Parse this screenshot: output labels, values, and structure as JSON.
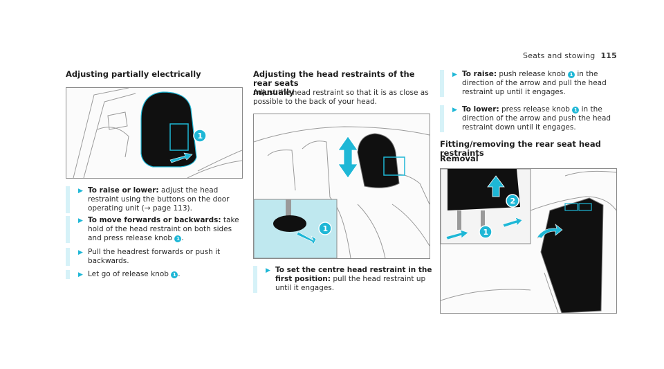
{
  "header": {
    "section": "Seats and stowing",
    "page": "115"
  },
  "col1": {
    "heading": "Adjusting partially electrically",
    "steps": [
      {
        "lead": "To raise or lower:",
        "text": "adjust the head restraint using the buttons on the door operating unit (→ page 113)."
      },
      {
        "lead": "To move forwards or backwards:",
        "text": "take hold of the head restraint on both sides and press release knob",
        "callout": "1",
        "tail": "."
      },
      {
        "text": "Pull the headrest forwards or push it backwards."
      },
      {
        "text": "Let go of release knob",
        "callout": "1",
        "tail": "."
      }
    ],
    "figure_callouts": [
      "1"
    ]
  },
  "col2": {
    "heading_line1": "Adjusting the head restraints of the rear seats",
    "heading_line2": "manually",
    "intro_line1": "Adjust the head restraint so that it is as close as",
    "intro_line2": "possible to the back of your head.",
    "steps": [
      {
        "lead": "To set the centre head restraint in the first position:",
        "text": "pull the head restraint up until it engages."
      }
    ],
    "figure_callouts": [
      "1"
    ]
  },
  "col3": {
    "steps": [
      {
        "lead": "To raise:",
        "text": "push release knob",
        "callout": "1",
        "tail": "in the direction of the arrow and pull the head restraint up until it engages."
      },
      {
        "lead": "To lower:",
        "text": "press release knob",
        "callout": "1",
        "tail": "in the direction of the arrow and push the head restraint down until it engages."
      }
    ],
    "heading": "Fitting/removing the rear seat head restraints",
    "subheading": "Removal",
    "figure_callouts": [
      "1",
      "2"
    ]
  },
  "colors": {
    "accent": "#1eb7d6",
    "step_bar": "#d6f2f8",
    "inset_bg": "#bfe8ef"
  }
}
